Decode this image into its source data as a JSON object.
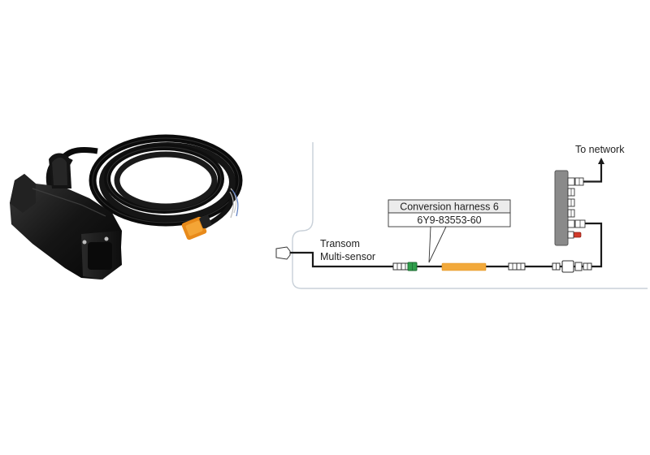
{
  "product_photo": {
    "subject": "transom-multi-sensor-with-cable"
  },
  "diagram": {
    "sensor_label_line1": "Transom",
    "sensor_label_line2": "Multi-sensor",
    "callout_title": "Conversion harness 6",
    "callout_part_number": "6Y9-83553-60",
    "network_label": "To network",
    "colors": {
      "wire": "#1a1a1a",
      "harness": "#f2a93b",
      "green_connector": "#2e9e4a",
      "hub_body": "#8a8a8a",
      "terminator": "#d23a2a",
      "frame_line": "#c8d0d8",
      "callout_fill": "#ececec"
    }
  }
}
